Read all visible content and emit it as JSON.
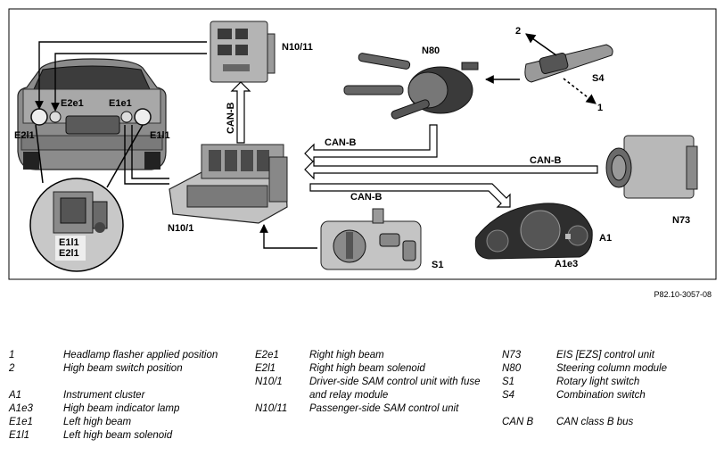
{
  "diagram": {
    "labels": {
      "n10_11": "N10/11",
      "n80": "N80",
      "s4": "S4",
      "s4_pos2": "2",
      "s4_pos1": "1",
      "e2e1": "E2e1",
      "e1e1": "E1e1",
      "e2l1": "E2l1",
      "e1l1": "E1l1",
      "detail_l1": "E1l1",
      "detail_l2": "E2l1",
      "canb_vertical": "CAN-B",
      "canb_n80": "CAN-B",
      "canb_n73": "CAN-B",
      "canb_a1": "CAN-B",
      "n10_1": "N10/1",
      "n73": "N73",
      "a1": "A1",
      "a1e3": "A1e3",
      "s1": "S1"
    },
    "ref_code": "P82.10-3057-08"
  },
  "legend": {
    "col1": [
      {
        "key": "1",
        "desc": "Headlamp flasher applied position"
      },
      {
        "key": "2",
        "desc": "High beam switch position"
      },
      {
        "key": "",
        "desc": ""
      },
      {
        "key": "A1",
        "desc": "Instrument cluster"
      },
      {
        "key": "A1e3",
        "desc": "High beam indicator lamp"
      },
      {
        "key": "E1e1",
        "desc": "Left high beam"
      },
      {
        "key": "E1l1",
        "desc": "Left high beam solenoid"
      }
    ],
    "col2": [
      {
        "key": "E2e1",
        "desc": "Right high beam"
      },
      {
        "key": "E2l1",
        "desc": "Right high beam solenoid"
      },
      {
        "key": "N10/1",
        "desc": "Driver-side SAM control unit with fuse and relay module"
      },
      {
        "key": "N10/11",
        "desc": "Passenger-side SAM control unit"
      }
    ],
    "col3": [
      {
        "key": "N73",
        "desc": "EIS [EZS] control unit"
      },
      {
        "key": "N80",
        "desc": "Steering column module"
      },
      {
        "key": "S1",
        "desc": "Rotary light switch"
      },
      {
        "key": "S4",
        "desc": "Combination switch"
      },
      {
        "key": "",
        "desc": ""
      },
      {
        "key": "CAN B",
        "desc": "CAN class B bus"
      }
    ]
  }
}
